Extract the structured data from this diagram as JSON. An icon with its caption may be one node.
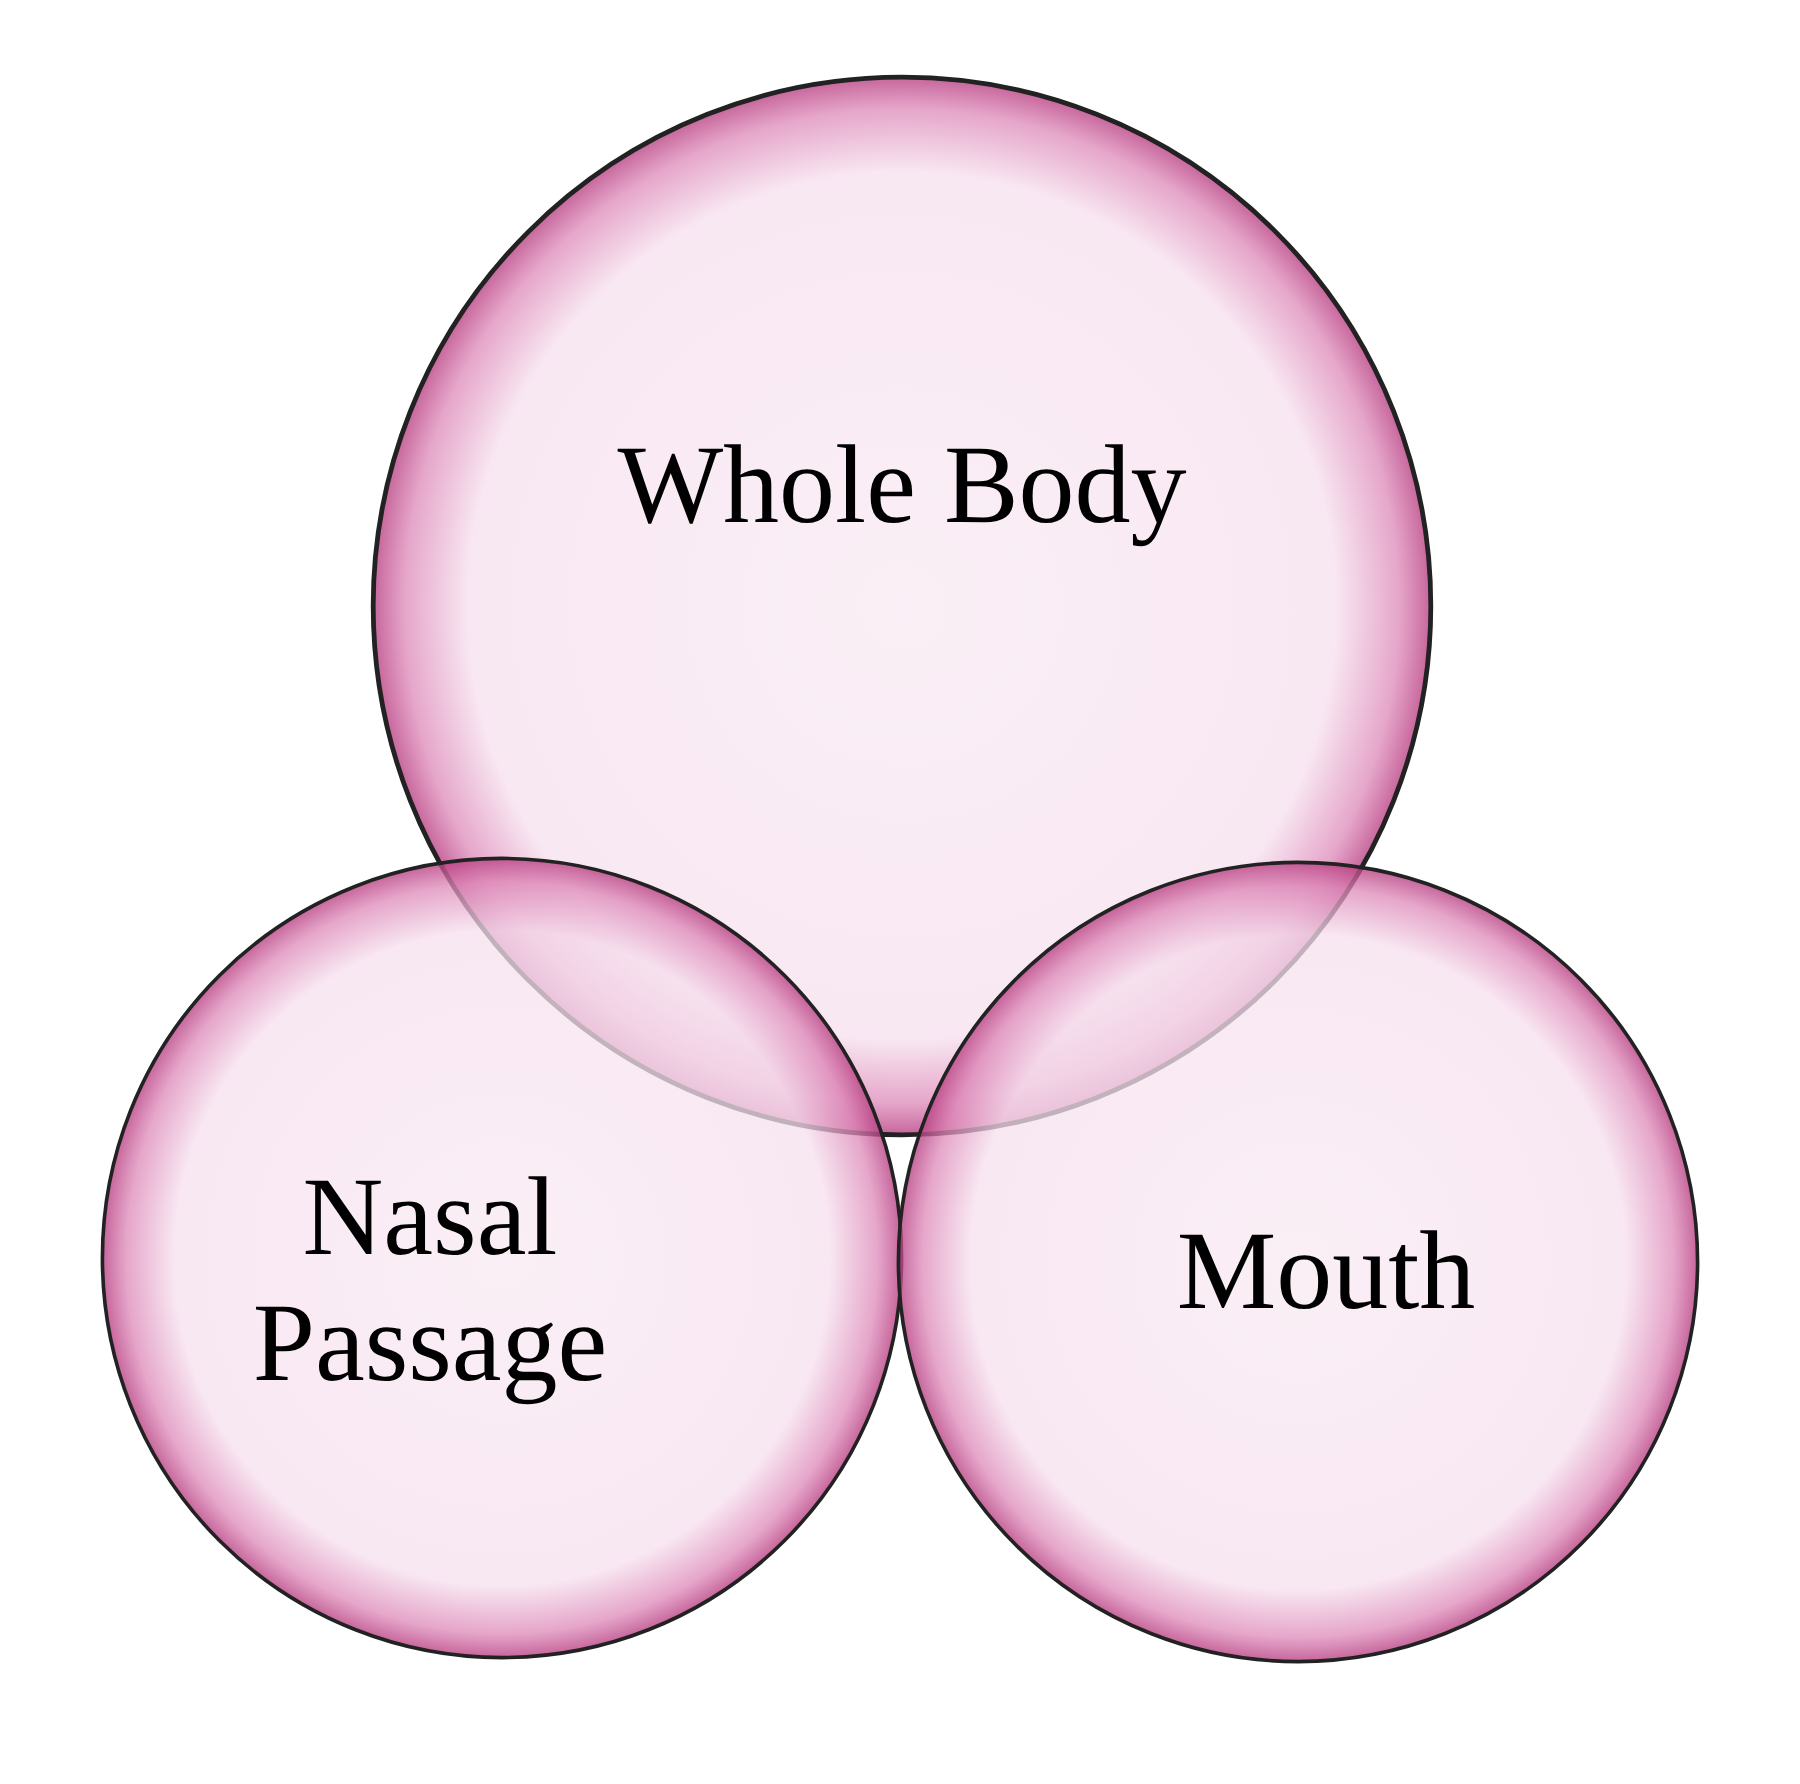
{
  "diagram": {
    "nodes": [
      {
        "text": [
          "Whole Body"
        ]
      },
      {
        "text": [
          "Nasal Passage"
        ]
      },
      {
        "text": [
          "Mouth"
        ]
      }
    ]
  }
}
